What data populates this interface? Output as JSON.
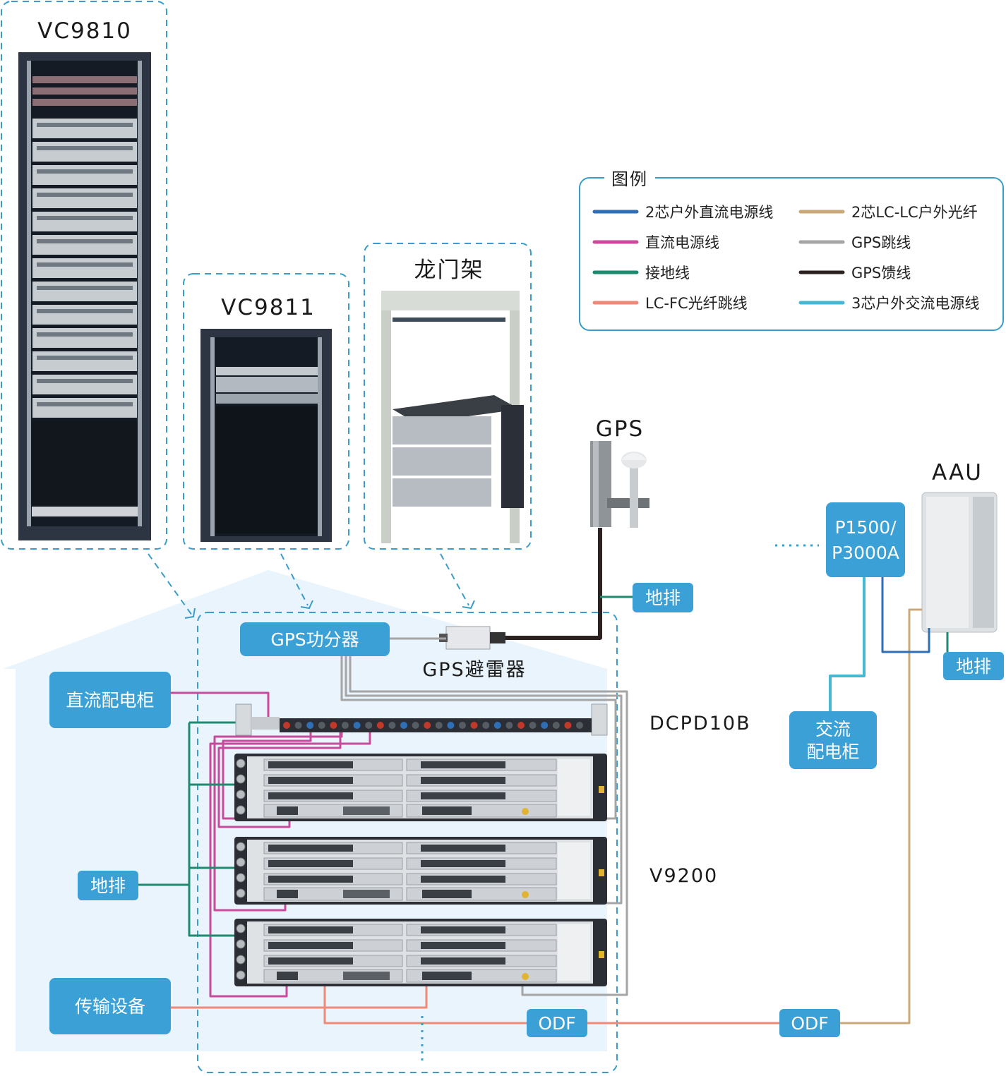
{
  "colors": {
    "dc_outdoor_2core": "#2e6fb5",
    "dc_power": "#c74a9c",
    "ground": "#1e8a6e",
    "lc_fc_fiber": "#ef8a78",
    "lc_lc_outdoor_fiber": "#c9a87a",
    "gps_jumper": "#a5a5a5",
    "gps_feeder": "#2d2222",
    "ac_outdoor_3core": "#45b9d3",
    "label_box": "#3aa0d6",
    "frame_dash": "#3a9dc9",
    "room_fill": "#e9f4fc"
  },
  "titles": {
    "vc9810": "VC9810",
    "vc9811": "VC9811",
    "gantry": "龙门架",
    "gps": "GPS",
    "aau": "AAU",
    "gps_arrester": "GPS避雷器",
    "dcpd": "DCPD10B",
    "v9200": "V9200"
  },
  "labels": {
    "gps_splitter": "GPS功分器",
    "dc_cabinet": "直流配电柜",
    "ground_bar_left": "地排",
    "transmission": "传输设备",
    "odf_left": "ODF",
    "odf_right": "ODF",
    "ground_bar_gps": "地排",
    "ground_bar_aau": "地排",
    "power_unit_line1": "P1500/",
    "power_unit_line2": "P3000A",
    "ac_cabinet_line1": "交流",
    "ac_cabinet_line2": "配电柜"
  },
  "legend": {
    "title": "图例",
    "items": [
      {
        "label": "2芯户外直流电源线",
        "color": "#2e6fb5"
      },
      {
        "label": "直流电源线",
        "color": "#c74a9c"
      },
      {
        "label": "接地线",
        "color": "#1e8a6e"
      },
      {
        "label": "LC-FC光纤跳线",
        "color": "#ef8a78"
      },
      {
        "label": "2芯LC-LC户外光纤",
        "color": "#c9a87a"
      },
      {
        "label": "GPS跳线",
        "color": "#a5a5a5"
      },
      {
        "label": "GPS馈线",
        "color": "#2d2222"
      },
      {
        "label": "3芯户外交流电源线",
        "color": "#45b9d3"
      }
    ]
  },
  "icons": [
    "rack-cabinet-icon",
    "gantry-frame-icon",
    "gps-antenna-icon",
    "aau-unit-icon",
    "dc-distribution-unit-icon",
    "bbu-chassis-icon",
    "gps-arrester-icon"
  ]
}
